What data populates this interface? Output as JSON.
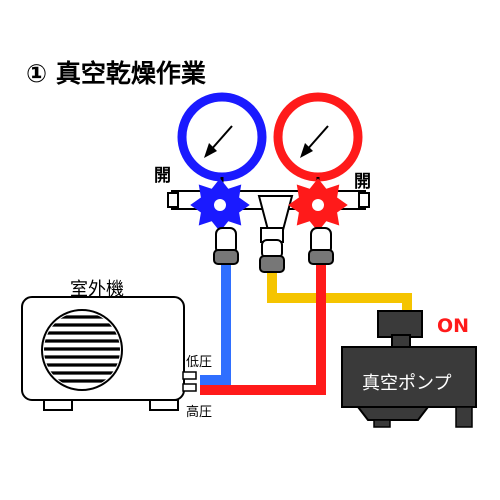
{
  "title": "① 真空乾燥作業",
  "labels": {
    "open_left": "開",
    "open_right": "開",
    "outdoor_unit": "室外機",
    "low_pressure": "低圧",
    "high_pressure": "高圧",
    "vacuum_pump": "真空ポンプ",
    "pump_status": "ON"
  },
  "colors": {
    "low_side": "#1a1aff",
    "low_hose": "#2f6fff",
    "high_side": "#ff1a1a",
    "charge_hose": "#f5c400",
    "pump_status": "#ff1a1a",
    "pump_body": "#3a3a3a",
    "outline": "#000000"
  },
  "icons": {
    "gauge": "pressure-gauge-icon",
    "valve": "valve-knob-icon",
    "pump": "vacuum-pump-icon",
    "fan_grille": "fan-grille-icon"
  }
}
